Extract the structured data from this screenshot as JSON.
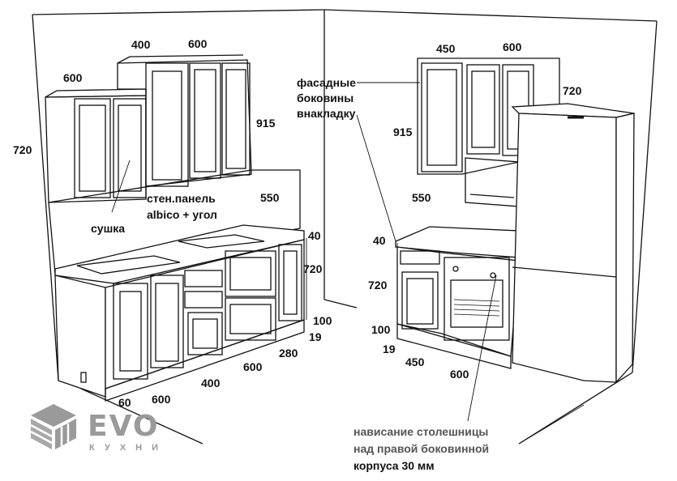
{
  "left_run": {
    "upper_dims": [
      "400",
      "600",
      "600",
      "720",
      "915"
    ],
    "backsplash_height": "550",
    "wall_panel_label": [
      "стен.панель",
      "albico + угол"
    ],
    "dryer_label": "сушка",
    "countertop_thickness": "40",
    "base_height": "720",
    "plinth_height": "100",
    "plinth_thickness": "19",
    "depth_dims": [
      "280",
      "600",
      "400",
      "60",
      "600"
    ]
  },
  "right_run": {
    "facade_note": [
      "фасадные",
      "боковины",
      "внакладку"
    ],
    "upper_dims": [
      "450",
      "600",
      "720",
      "915"
    ],
    "backsplash_height": "550",
    "countertop_thickness": "40",
    "base_height": "720",
    "plinth_height": "100",
    "plinth_thickness": "19",
    "width_dims": [
      "450",
      "600"
    ]
  },
  "overhang_note": {
    "line1": "нависание столешницы",
    "line2": "над правой боковинной",
    "line3": "корпуса 30 мм"
  },
  "logo": {
    "name": "EVO",
    "subtitle": "кухни"
  }
}
